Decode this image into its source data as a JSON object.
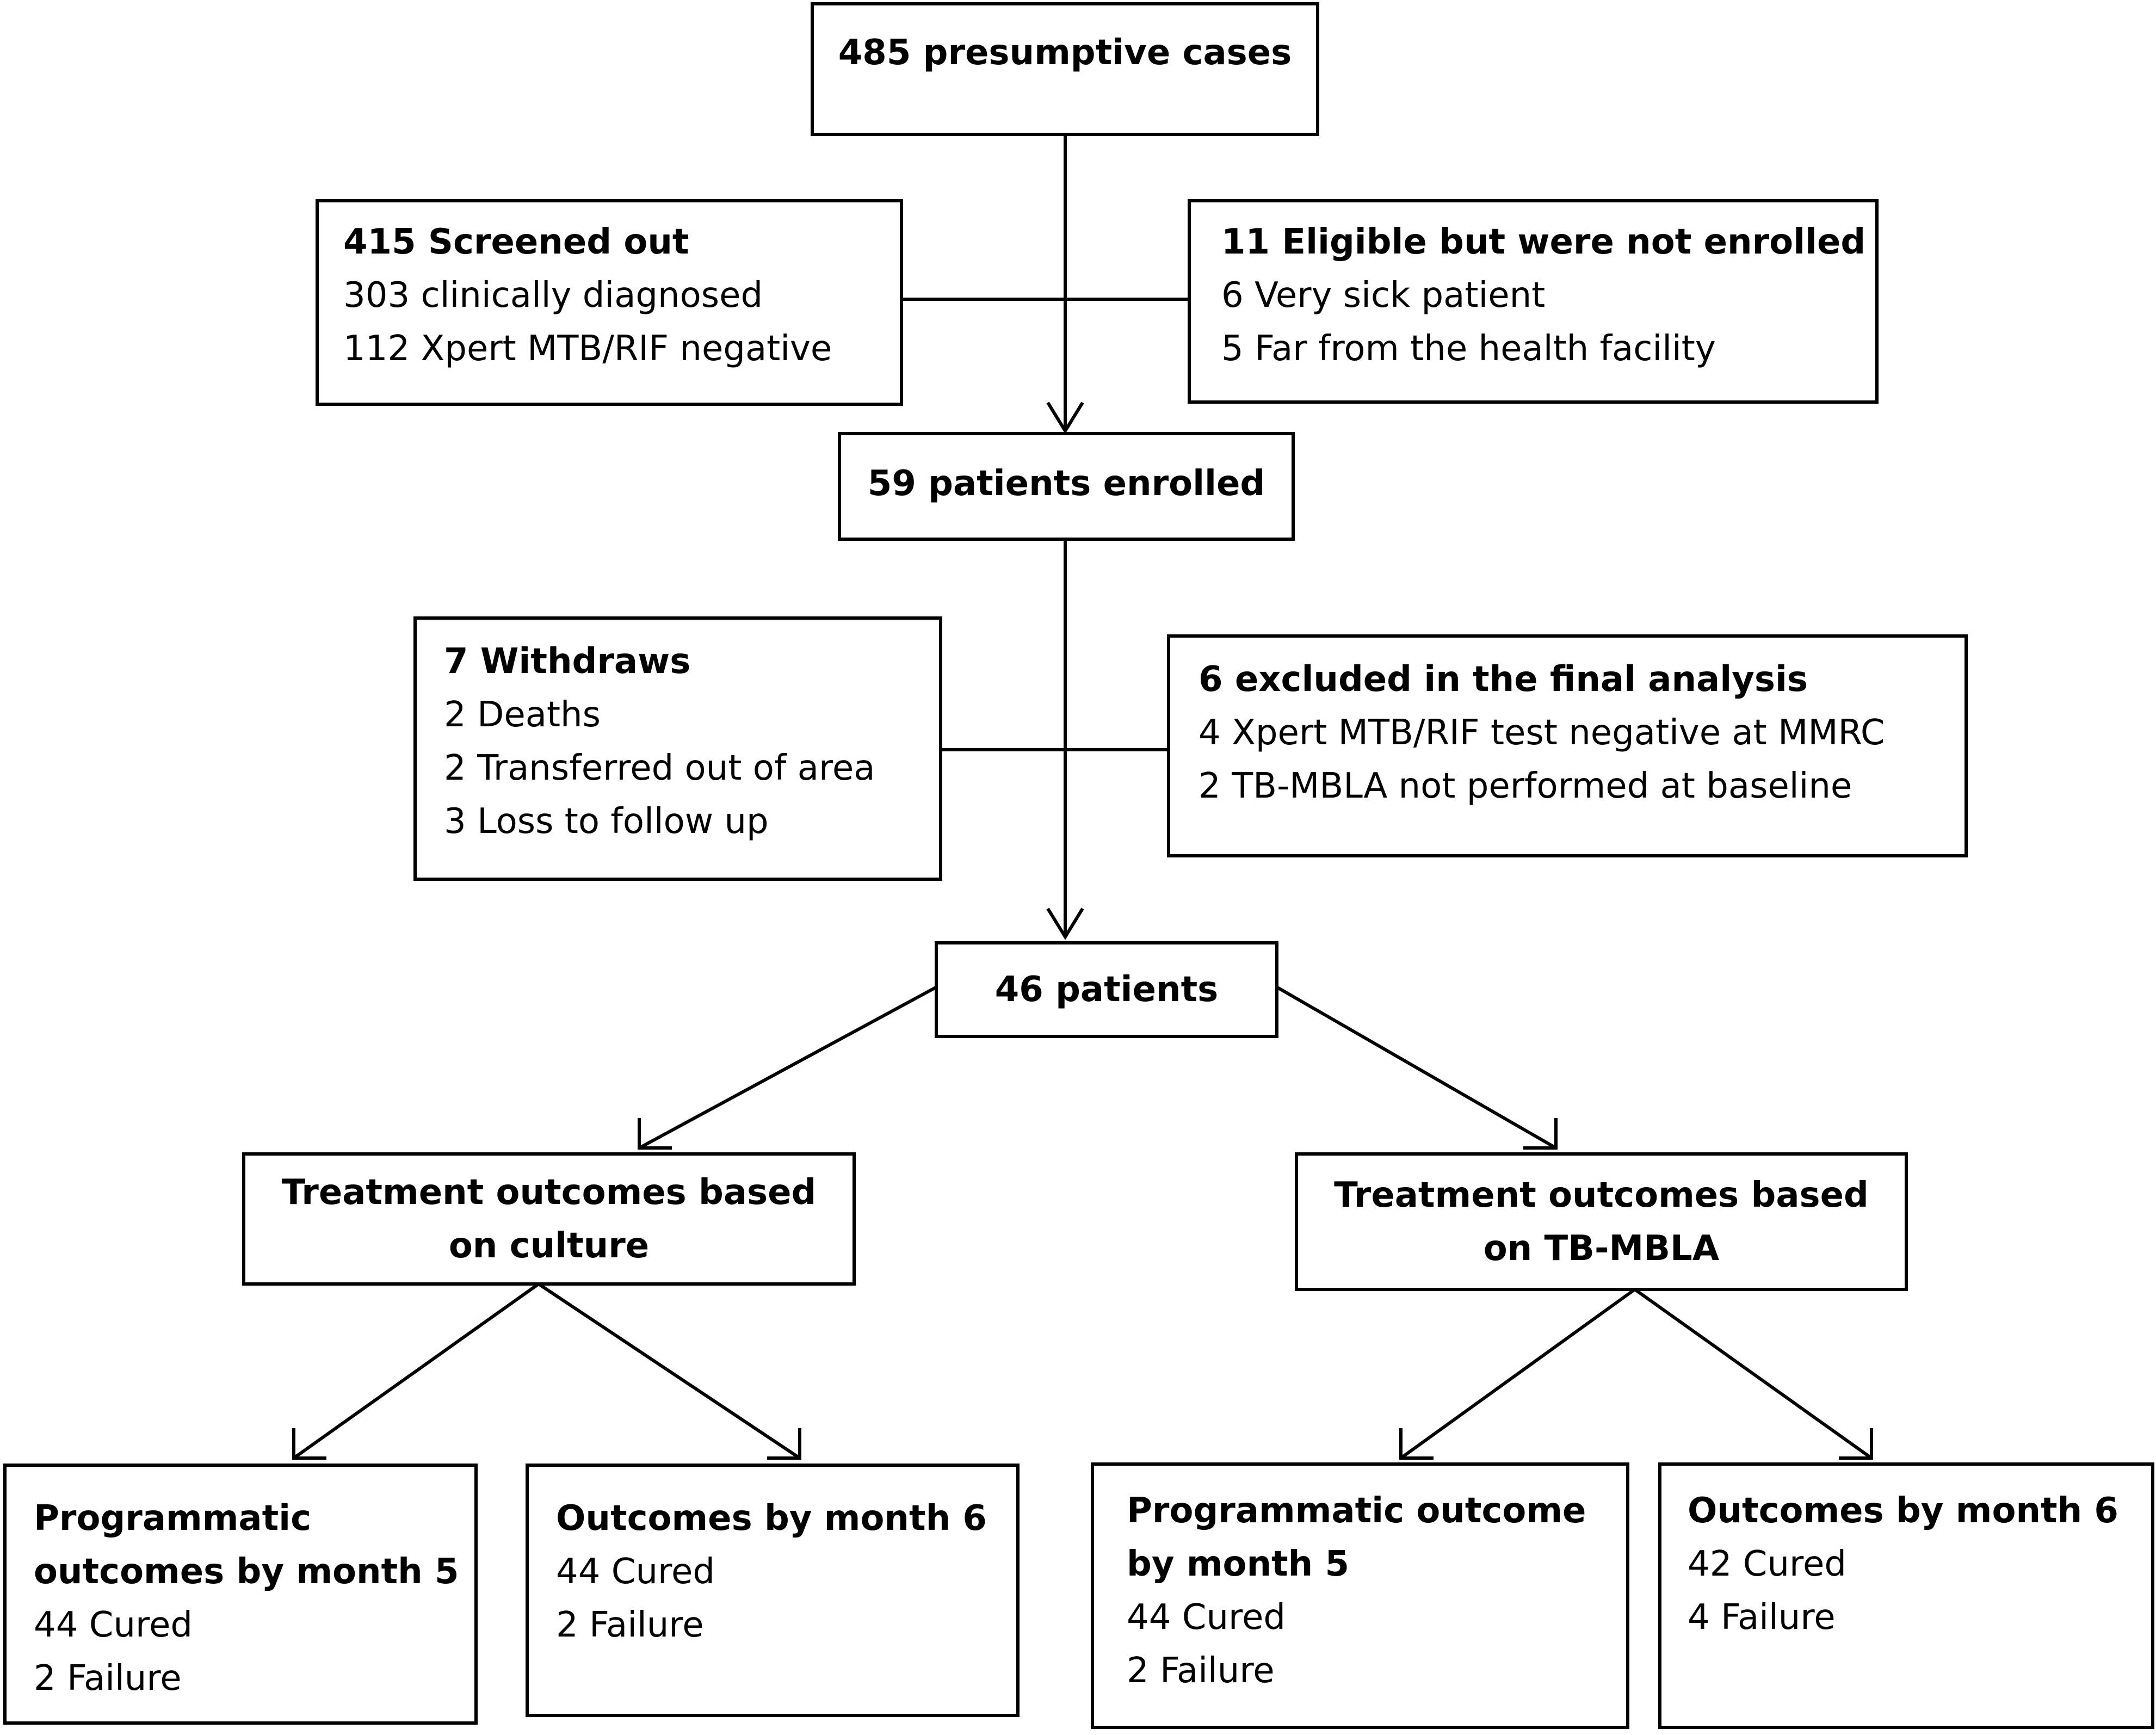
{
  "boxes": {
    "presumptive": {
      "title": "485 presumptive cases"
    },
    "screened_out": {
      "title": "415 Screened out",
      "lines": [
        "303 clinically diagnosed",
        "112 Xpert MTB/RIF negative"
      ]
    },
    "not_enrolled": {
      "title": "11 Eligible but were not enrolled",
      "lines": [
        "6 Very sick patient",
        "5 Far from the health facility"
      ]
    },
    "enrolled": {
      "title": "59 patients enrolled"
    },
    "withdraws": {
      "title": "7 Withdraws",
      "lines": [
        "2 Deaths",
        "2 Transferred out of area",
        "3 Loss to follow up"
      ]
    },
    "excluded": {
      "title": "6 excluded in the final analysis",
      "lines": [
        "4 Xpert MTB/RIF test negative at MMRC",
        "2 TB-MBLA not performed at baseline"
      ]
    },
    "patients46": {
      "title": "46 patients"
    },
    "culture": {
      "title_lines": [
        "Treatment outcomes based",
        "on culture"
      ]
    },
    "tbmbla": {
      "title_lines": [
        "Treatment outcomes based",
        "on TB-MBLA"
      ]
    },
    "culture_m5": {
      "title_lines": [
        "Programmatic",
        "outcomes by month 5"
      ],
      "lines": [
        "44 Cured",
        "2 Failure"
      ]
    },
    "culture_m6": {
      "title_lines": [
        "Outcomes by month 6"
      ],
      "lines": [
        "44 Cured",
        "2 Failure"
      ]
    },
    "mbla_m5": {
      "title_lines": [
        "Programmatic outcome",
        "by month 5"
      ],
      "lines": [
        "44 Cured",
        "2 Failure"
      ]
    },
    "mbla_m6": {
      "title_lines": [
        "Outcomes by month 6"
      ],
      "lines": [
        "42 Cured",
        "4  Failure"
      ]
    }
  }
}
